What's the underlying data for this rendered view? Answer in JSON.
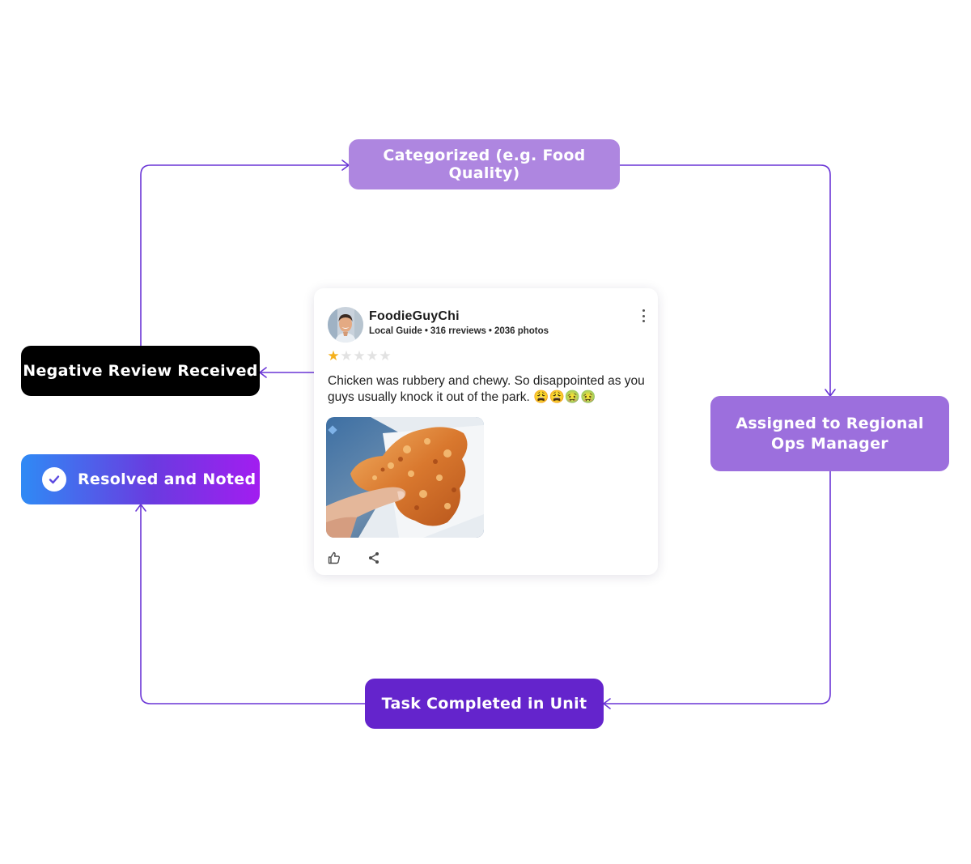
{
  "diagram": {
    "nodes": {
      "categorized": "Categorized (e.g. Food Quality)",
      "assigned_line1": "Assigned to Regional",
      "assigned_line2": "Ops Manager",
      "task_completed": "Task Completed in Unit",
      "resolved": "Resolved and Noted",
      "negative_review": "Negative Review Received"
    },
    "colors": {
      "connector": "#6a35d6",
      "categorized": "#ae86e0",
      "assigned": "#9c6fdd",
      "task_completed": "#6424cc",
      "negative_review": "#000000",
      "resolved_gradient": [
        "#2f8af5",
        "#6a3be0",
        "#a21df0"
      ]
    }
  },
  "review": {
    "username": "FoodieGuyChi",
    "guide_label": "Local Guide",
    "reviews_count": "316 rreviews",
    "photos_count": "2036 photos",
    "rating": 1,
    "rating_max": 5,
    "text": "Chicken was rubbery and chewy. So disappointed as you guys usually knock it out of the park. 😩😩🤢🤢",
    "icons": {
      "more": "kebab-menu-icon",
      "like": "thumbs-up-icon",
      "share": "share-icon"
    }
  }
}
